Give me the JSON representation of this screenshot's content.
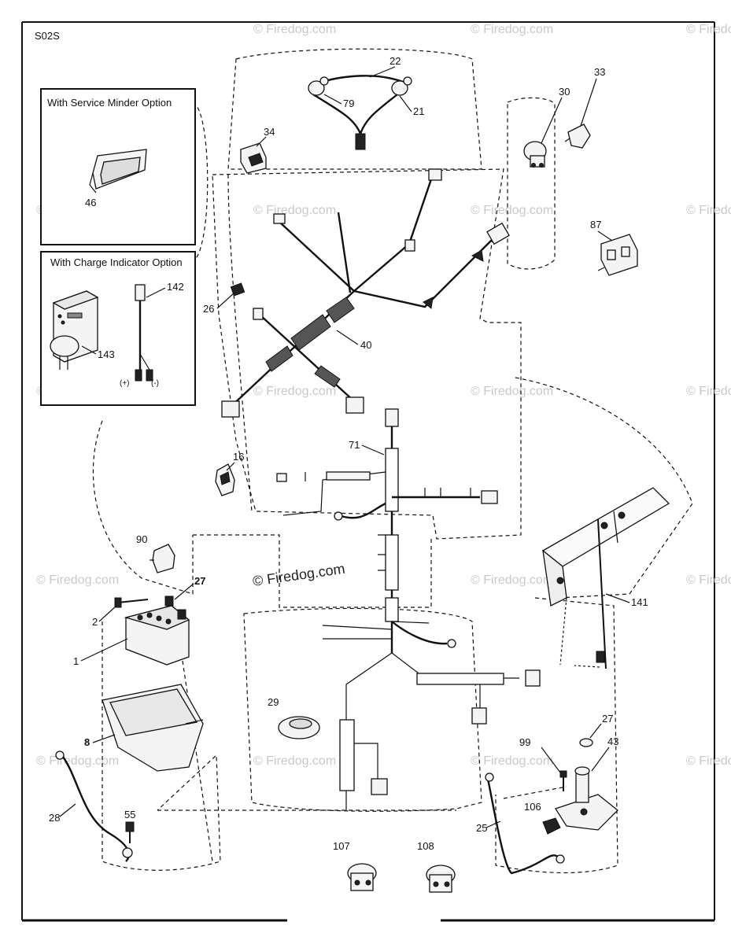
{
  "diagram_code": "S02S",
  "watermark_text": "© Firedog.com",
  "center_watermark": "© Firedog.com",
  "inset_boxes": {
    "service_minder": {
      "title": "With Service Minder Option",
      "parts": [
        "46"
      ]
    },
    "charge_indicator": {
      "title": "With Charge Indicator Option",
      "parts": [
        "142",
        "143"
      ],
      "polarity_plus": "(+)",
      "polarity_minus": "(-)"
    }
  },
  "part_labels": {
    "p1": "1",
    "p2": "2",
    "p8": "8",
    "p16": "16",
    "p21": "21",
    "p22": "22",
    "p25": "25",
    "p26": "26",
    "p27a": "27",
    "p27b": "27",
    "p28": "28",
    "p29": "29",
    "p30": "30",
    "p33": "33",
    "p34": "34",
    "p40": "40",
    "p43": "43",
    "p55": "55",
    "p71": "71",
    "p79": "79",
    "p87": "87",
    "p90": "90",
    "p99": "99",
    "p106": "106",
    "p107": "107",
    "p108": "108",
    "p141": "141"
  },
  "colors": {
    "line": "#111111",
    "watermark": "#c9c9c9",
    "background": "#ffffff"
  }
}
